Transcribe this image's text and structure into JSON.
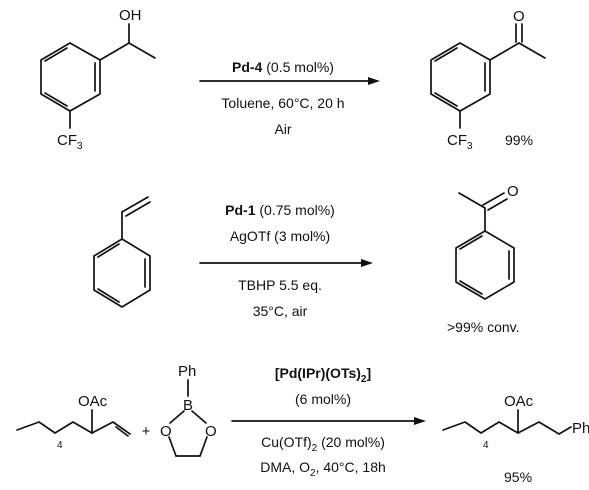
{
  "reactions": [
    {
      "starting_material": {
        "oh_label": "OH",
        "cf3_label": "CF",
        "cf3_sub": "3"
      },
      "catalyst_bold": "Pd-4",
      "catalyst_rest": " (0.5 mol%)",
      "condition_1": "Toluene, 60°C, 20 h",
      "condition_2": "Air",
      "product": {
        "o_label": "O",
        "cf3_label": "CF",
        "cf3_sub": "3"
      },
      "yield": "99%"
    },
    {
      "catalyst_bold": "Pd-1",
      "catalyst_rest": " (0.75 mol%)",
      "additive": "AgOTf (3 mol%)",
      "condition_1": "TBHP 5.5 eq.",
      "condition_2": "35°C, air",
      "product": {
        "o_label": "O"
      },
      "yield": ">99% conv."
    },
    {
      "starting_material": {
        "oac_label": "OAc",
        "chain_sub": "4"
      },
      "plus": "+",
      "reagent": {
        "ph_label": "Ph",
        "b_label": "B",
        "o_label_1": "O",
        "o_label_2": "O"
      },
      "catalyst_bold": "[Pd(IPr)(OTs)",
      "catalyst_bold_sub": "2",
      "catalyst_bold_end": "]",
      "catalyst_loading": "(6 mol%)",
      "additive_main": "Cu(OTf)",
      "additive_sub": "2",
      "additive_rest": " (20 mol%)",
      "condition_a": "DMA, O",
      "condition_sub": "2",
      "condition_b": ", 40°C, 18h",
      "product": {
        "oac_label": "OAc",
        "chain_sub": "4",
        "ph_label": "Ph"
      },
      "yield": "95%"
    }
  ]
}
